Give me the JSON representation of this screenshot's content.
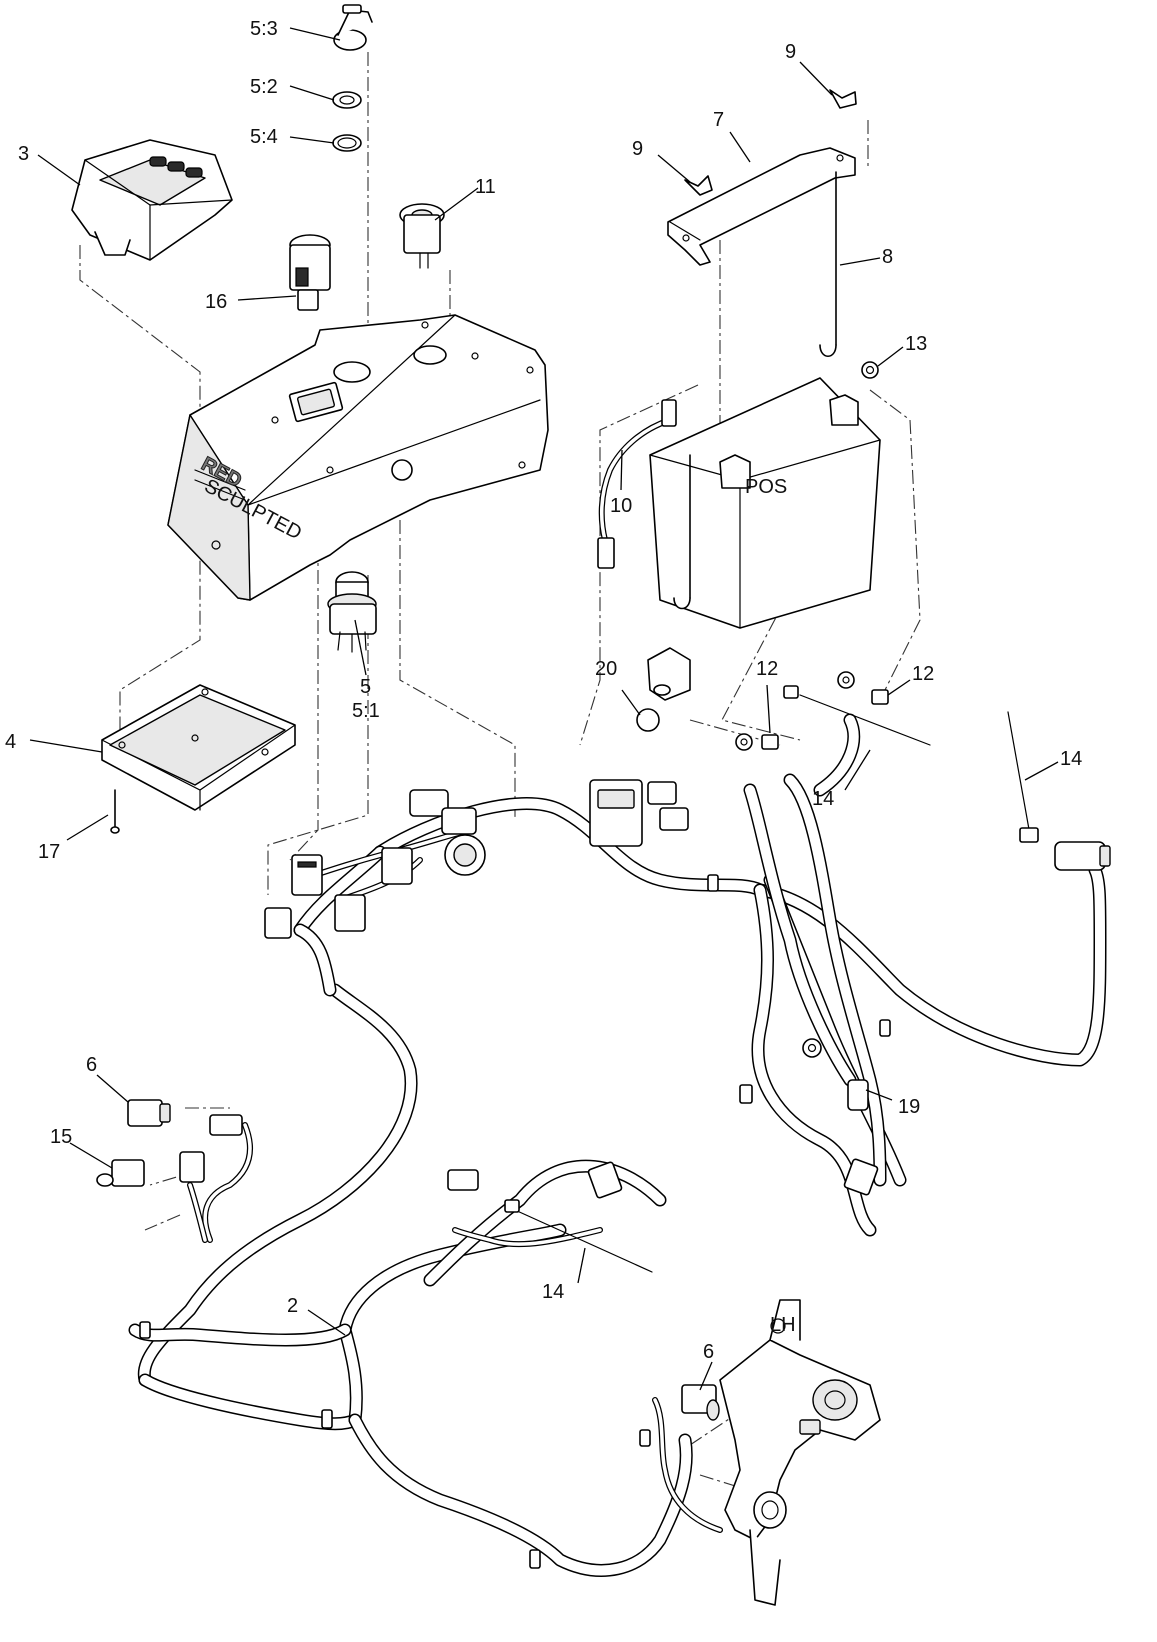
{
  "callouts": [
    {
      "id": "lbl-5-3",
      "text": "5:3"
    },
    {
      "id": "lbl-5-2",
      "text": "5:2"
    },
    {
      "id": "lbl-5-4",
      "text": "5:4"
    },
    {
      "id": "lbl-3",
      "text": "3"
    },
    {
      "id": "lbl-11",
      "text": "11"
    },
    {
      "id": "lbl-16",
      "text": "16"
    },
    {
      "id": "lbl-9a",
      "text": "9"
    },
    {
      "id": "lbl-9b",
      "text": "9"
    },
    {
      "id": "lbl-7",
      "text": "7"
    },
    {
      "id": "lbl-8",
      "text": "8"
    },
    {
      "id": "lbl-13",
      "text": "13"
    },
    {
      "id": "lbl-10",
      "text": "10"
    },
    {
      "id": "lbl-5",
      "text": "5"
    },
    {
      "id": "lbl-5-1",
      "text": "5:1"
    },
    {
      "id": "lbl-20",
      "text": "20"
    },
    {
      "id": "lbl-12a",
      "text": "12"
    },
    {
      "id": "lbl-12b",
      "text": "12"
    },
    {
      "id": "lbl-14a",
      "text": "14"
    },
    {
      "id": "lbl-14b",
      "text": "14"
    },
    {
      "id": "lbl-14c",
      "text": "14"
    },
    {
      "id": "lbl-4",
      "text": "4"
    },
    {
      "id": "lbl-17",
      "text": "17"
    },
    {
      "id": "lbl-6a",
      "text": "6"
    },
    {
      "id": "lbl-15",
      "text": "15"
    },
    {
      "id": "lbl-19",
      "text": "19"
    },
    {
      "id": "lbl-2",
      "text": "2"
    },
    {
      "id": "lbl-6b",
      "text": "6"
    }
  ],
  "decals": {
    "console_logo": "RED",
    "console_logo_sub": "SCULPTED",
    "battery_terminal": "POS",
    "bracket_mark": "LH"
  }
}
